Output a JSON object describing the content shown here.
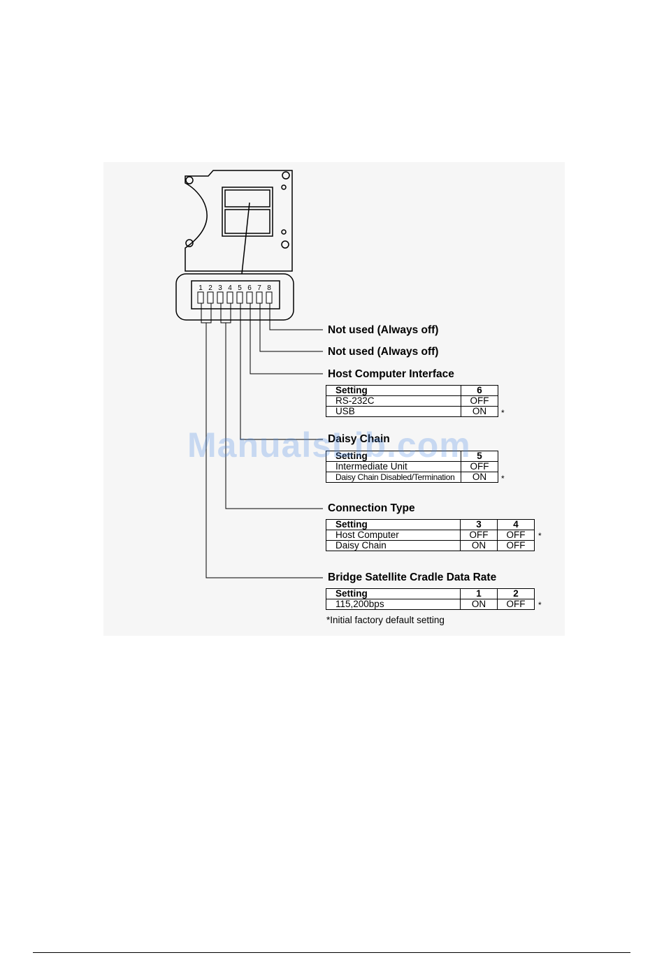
{
  "watermark": "ManualsLib.com",
  "switch_numbers": [
    "1",
    "2",
    "3",
    "4",
    "5",
    "6",
    "7",
    "8"
  ],
  "labels": {
    "sw8": "Not used (Always off)",
    "sw7": "Not used (Always off)",
    "host_interface": "Host Computer Interface",
    "daisy_chain": "Daisy Chain",
    "connection_type": "Connection Type",
    "data_rate": "Bridge Satellite Cradle Data Rate"
  },
  "tables": {
    "host_interface": {
      "header": [
        "Setting",
        "6"
      ],
      "rows": [
        [
          "RS-232C",
          "OFF"
        ],
        [
          "USB",
          "ON"
        ]
      ],
      "default_row_marker": "*"
    },
    "daisy_chain": {
      "header": [
        "Setting",
        "5"
      ],
      "rows": [
        [
          "Intermediate Unit",
          "OFF"
        ],
        [
          "Daisy Chain Disabled/Termination",
          "ON"
        ]
      ],
      "default_row_marker": "*"
    },
    "connection_type": {
      "header": [
        "Setting",
        "3",
        "4"
      ],
      "rows": [
        [
          "Host Computer",
          "OFF",
          "OFF"
        ],
        [
          "Daisy Chain",
          "ON",
          "OFF"
        ]
      ],
      "default_row_marker": "*"
    },
    "data_rate": {
      "header": [
        "Setting",
        "1",
        "2"
      ],
      "rows": [
        [
          "115,200bps",
          "ON",
          "OFF"
        ]
      ],
      "default_row_marker": "*"
    }
  },
  "footnote": "*Initial factory default setting"
}
